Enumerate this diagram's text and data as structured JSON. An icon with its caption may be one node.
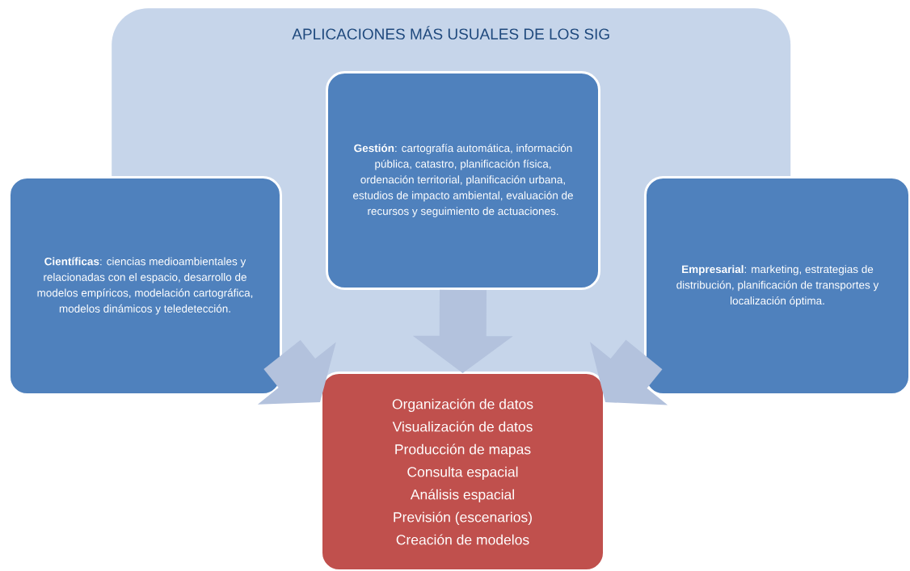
{
  "diagram": {
    "nodes": [
      {
        "text": [
          "APLICACIONES MÁS USUALES DE LOS SIG"
        ]
      },
      {
        "text": [
          "**Gestión**: cartografía automática, información pública, catastro, planificación física, ordenación territorial, planificación urbana, estudios de impacto ambiental, evaluación de recursos y seguimiento de actuaciones."
        ],
        "in": 0
      },
      {
        "text": [
          "**Científicas**: ciencias medioambientales y relacionadas con el espacio, desarrollo de modelos empíricos, modelación cartográfica, modelos dinámicos  y teledetección."
        ]
      },
      {
        "text": [
          "**Empresarial**: marketing, estrategias de distribución, planificación de transportes y localización óptima."
        ]
      },
      {
        "text": [
          "Organización de datos",
          "Visualización de datos",
          "Producción de mapas",
          "Consulta espacial",
          "Análisis espacial",
          "Previsión (escenarios)",
          "Creación de modelos"
        ]
      }
    ],
    "edges": [
      {
        "from": 1,
        "to": 4,
        "arrow": "to"
      },
      {
        "from": 2,
        "to": 4,
        "arrow": "to"
      },
      {
        "from": 3,
        "to": 4,
        "arrow": "to"
      }
    ]
  }
}
